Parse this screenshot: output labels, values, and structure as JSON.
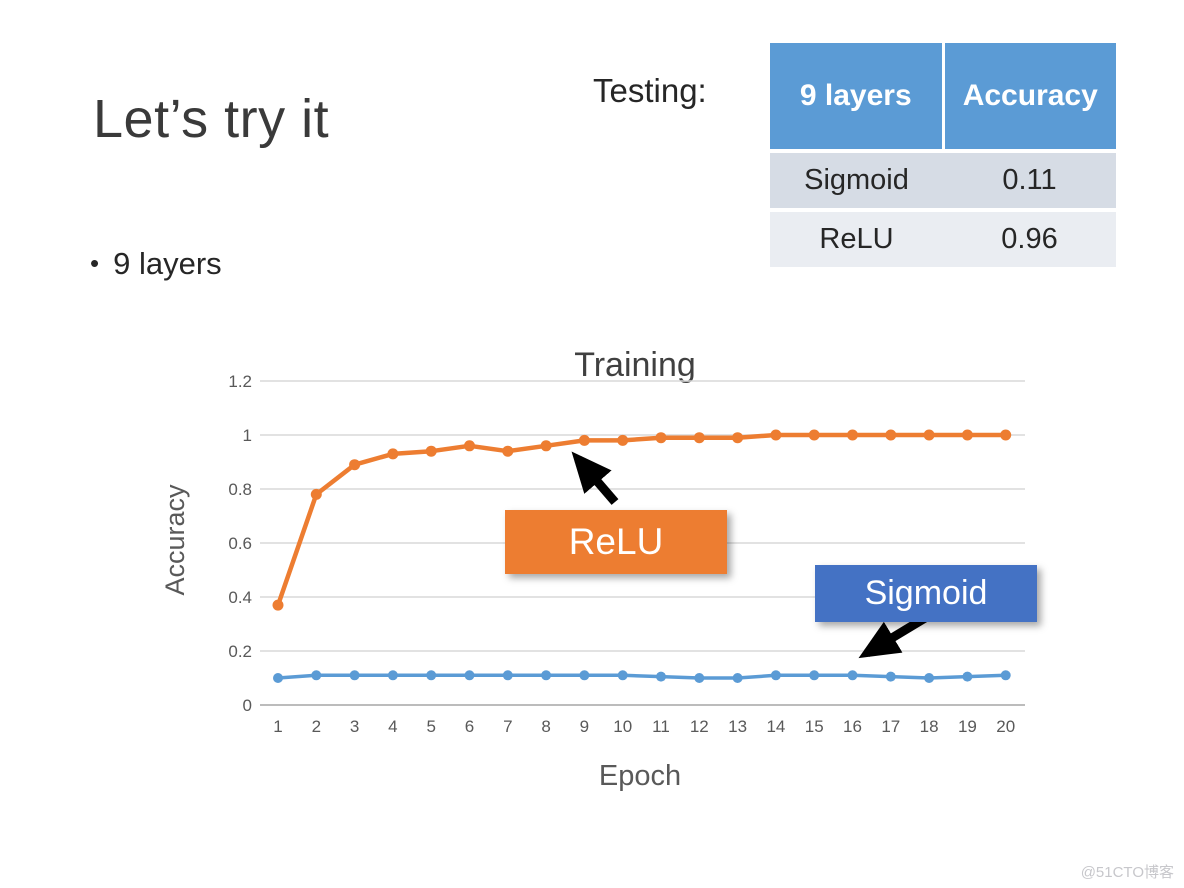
{
  "slide": {
    "title": "Let’s try it",
    "bullet": {
      "glyph": "•",
      "text": "9 layers"
    },
    "watermark": "@51CTO博客"
  },
  "testing": {
    "label": "Testing:",
    "table": {
      "headers": [
        "9 layers",
        "Accuracy"
      ],
      "rows": [
        [
          "Sigmoid",
          "0.11"
        ],
        [
          "ReLU",
          "0.96"
        ]
      ]
    }
  },
  "chart_data": {
    "type": "line",
    "title": "Training",
    "xlabel": "Epoch",
    "ylabel": "Accuracy",
    "x": [
      1,
      2,
      3,
      4,
      5,
      6,
      7,
      8,
      9,
      10,
      11,
      12,
      13,
      14,
      15,
      16,
      17,
      18,
      19,
      20
    ],
    "ylim": [
      0,
      1.2
    ],
    "yticks": [
      0,
      0.2,
      0.4,
      0.6,
      0.8,
      1,
      1.2
    ],
    "grid": true,
    "legend_position": "none",
    "series": [
      {
        "name": "ReLU",
        "color": "#ED7D31",
        "values": [
          0.37,
          0.78,
          0.89,
          0.93,
          0.94,
          0.96,
          0.94,
          0.96,
          0.98,
          0.98,
          0.99,
          0.99,
          0.99,
          1.0,
          1.0,
          1.0,
          1.0,
          1.0,
          1.0,
          1.0
        ]
      },
      {
        "name": "Sigmoid",
        "color": "#5B9BD5",
        "values": [
          0.1,
          0.11,
          0.11,
          0.11,
          0.11,
          0.11,
          0.11,
          0.11,
          0.11,
          0.11,
          0.105,
          0.1,
          0.1,
          0.11,
          0.11,
          0.11,
          0.105,
          0.1,
          0.105,
          0.11
        ]
      }
    ],
    "annotations": [
      {
        "label": "ReLU",
        "box_color": "#ED7D31",
        "arrow_points_to_epoch": 8.5
      },
      {
        "label": "Sigmoid",
        "box_color": "#4472C4",
        "arrow_points_to_epoch": 16
      }
    ]
  }
}
